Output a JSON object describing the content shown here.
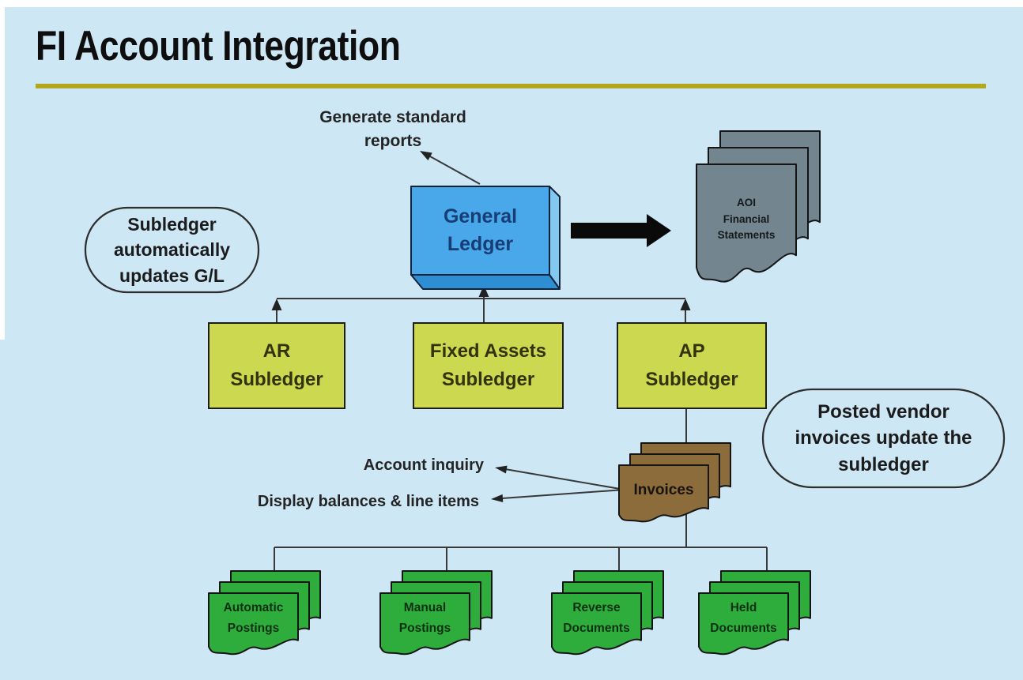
{
  "slide": {
    "title": "FI Account Integration"
  },
  "colors": {
    "background": "#cde7f5",
    "title_rule": "#b3a81c",
    "gl_face": "#49a8e9",
    "gl_bevel_right": "#82c9f2",
    "gl_bevel_bottom": "#2e8ed4",
    "subledger_fill": "#cbd850",
    "statements_doc": "#73858e",
    "invoices_doc": "#8d6c3b",
    "postings_doc": "#2fad3c",
    "connector_line": "#383838",
    "thick_arrow": "#0a0a0a"
  },
  "nodes": {
    "general_ledger": {
      "label": "General\nLedger"
    },
    "ar_subledger": {
      "label": "AR\nSubledger"
    },
    "fixed_assets_subledger": {
      "label": "Fixed Assets\nSubledger"
    },
    "ap_subledger": {
      "label": "AP\nSubledger"
    },
    "aoi_statements": {
      "label": "AOI\nFinancial\nStatements"
    },
    "invoices": {
      "label": "Invoices"
    },
    "automatic_postings": {
      "label": "Automatic\nPostings"
    },
    "manual_postings": {
      "label": "Manual\nPostings"
    },
    "reverse_documents": {
      "label": "Reverse\nDocuments"
    },
    "held_documents": {
      "label": "Held\nDocuments"
    }
  },
  "callouts": {
    "subledger_updates_gl": "Subledger\nautomatically\nupdates G/L",
    "posted_vendor_invoices": "Posted vendor\ninvoices update the\nsubledger"
  },
  "annotations": {
    "generate_reports": "Generate standard\nreports",
    "account_inquiry": "Account inquiry",
    "display_balances": "Display balances & line items"
  }
}
